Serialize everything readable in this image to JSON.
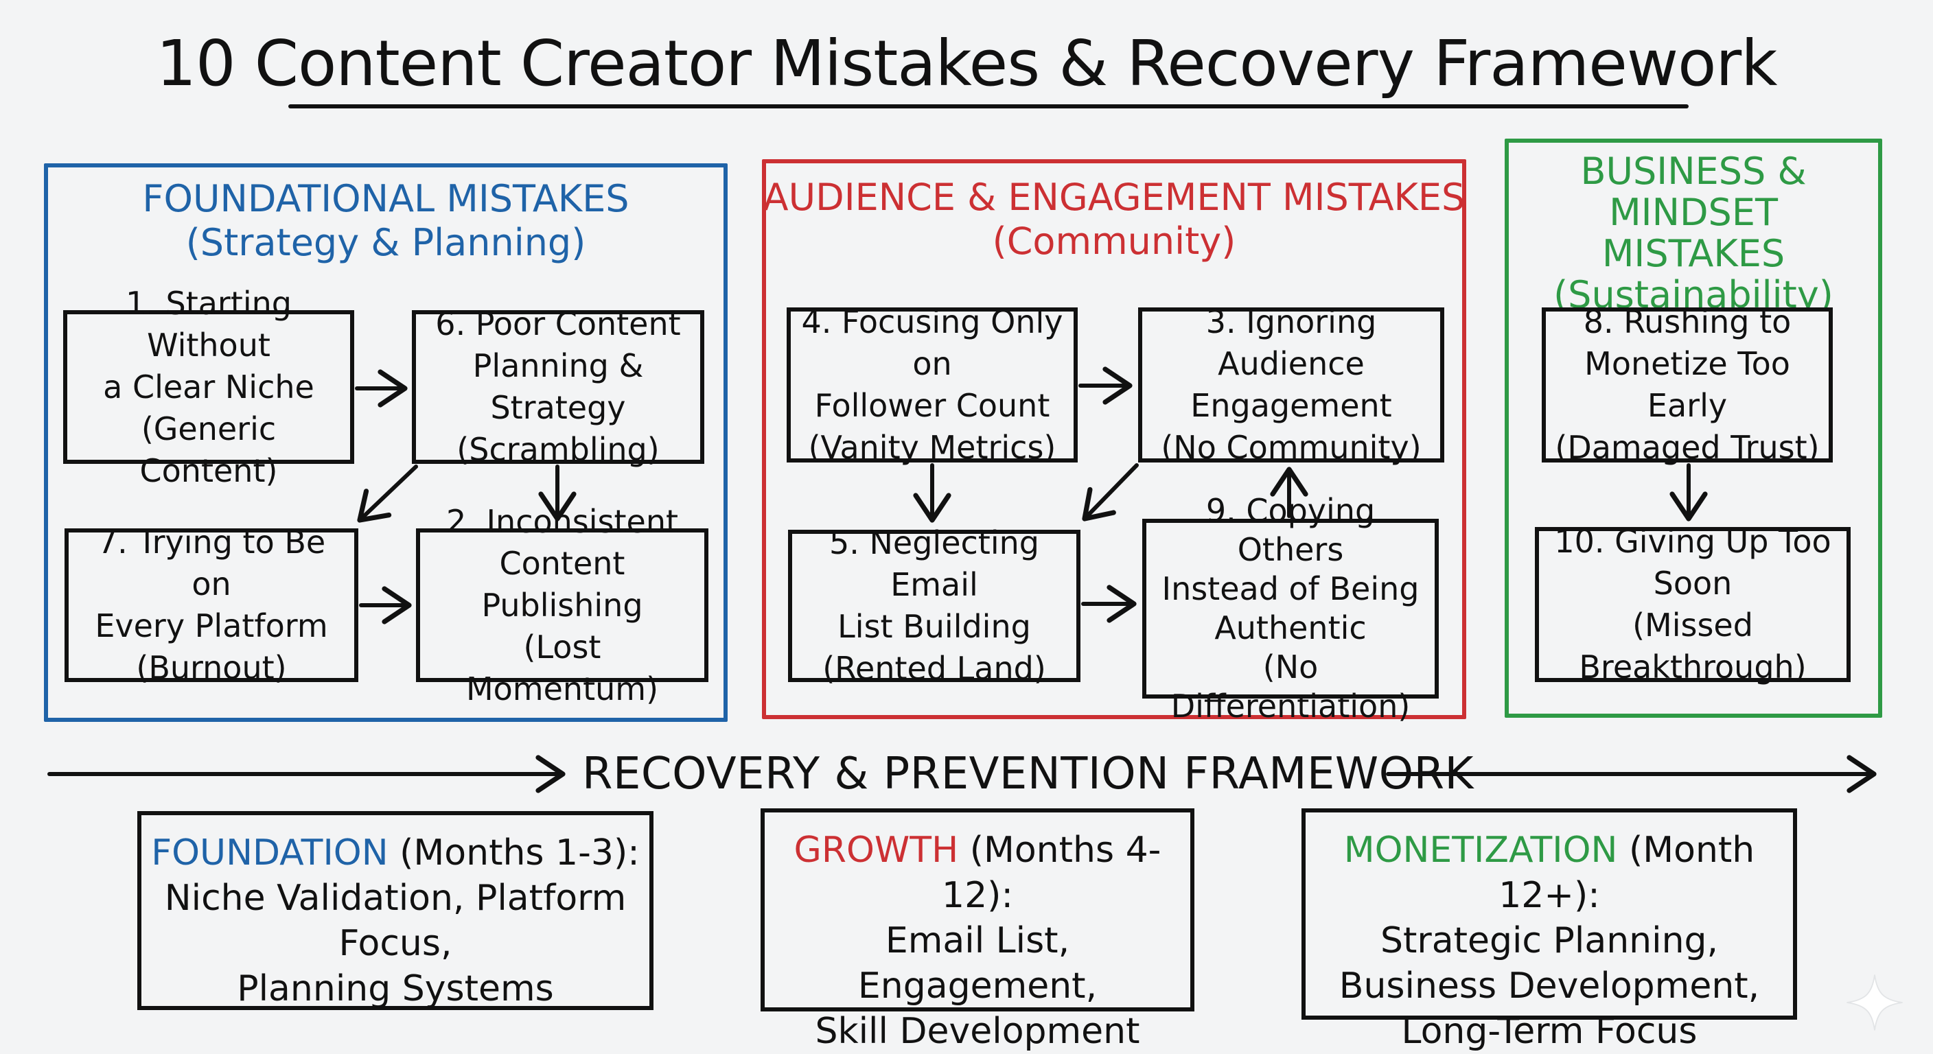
{
  "title": "10 Content Creator Mistakes & Recovery Framework",
  "colors": {
    "blue": "#1f63a8",
    "red": "#cc3033",
    "green": "#2e9a45",
    "background": "#f3f4f5"
  },
  "categories": {
    "foundational": {
      "heading": "FOUNDATIONAL MISTAKES",
      "subheading": "(Strategy & Planning)",
      "boxes": [
        {
          "text": "1. Starting Without\na Clear Niche\n(Generic Content)",
          "color": "blue"
        },
        {
          "text": "6. Poor Content\nPlanning & Strategy\n(Scrambling)",
          "color": "red"
        },
        {
          "text": "7. Trying to Be on\nEvery Platform\n(Burnout)",
          "color": "red"
        },
        {
          "text": "2. Inconsistent\nContent Publishing\n(Lost Momentum)",
          "color": "blue"
        }
      ]
    },
    "audience": {
      "heading": "AUDIENCE & ENGAGEMENT MISTAKES",
      "subheading": "(Community)",
      "boxes": [
        {
          "text": "4. Focusing Only on\nFollower Count\n(Vanity Metrics)",
          "color": "blue"
        },
        {
          "text": "3. Ignoring Audience\nEngagement\n(No Community)",
          "color": "red"
        },
        {
          "text": "5. Neglecting Email\nList Building\n(Rented Land)",
          "color": "red"
        },
        {
          "text": "9. Copying Others\nInstead of Being\nAuthentic\n(No Differentiation)",
          "color": "blue"
        }
      ]
    },
    "business": {
      "heading": "BUSINESS & MINDSET\nMISTAKES",
      "subheading": "(Sustainability)",
      "boxes": [
        {
          "text": "8. Rushing to\nMonetize Too Early\n(Damaged Trust)",
          "color": "blue"
        },
        {
          "text": "10. Giving Up Too\nSoon\n(Missed Breakthrough)",
          "color": "red"
        }
      ]
    }
  },
  "framework": {
    "label": "RECOVERY & PREVENTION FRAMEWORK",
    "phases": [
      {
        "name": "FOUNDATION",
        "period": " (Months 1-3):",
        "items": "Niche Validation, Platform Focus,\nPlanning Systems",
        "color": "blue"
      },
      {
        "name": "GROWTH",
        "period": " (Months 4-12):",
        "items": "Email List, Engagement,\nSkill Development",
        "color": "red"
      },
      {
        "name": "MONETIZATION",
        "period": " (Month 12+):",
        "items": "Strategic Planning,\nBusiness Development,\nLong-Term Focus",
        "color": "green"
      }
    ]
  },
  "icons": {
    "corner": "sparkle-icon"
  }
}
